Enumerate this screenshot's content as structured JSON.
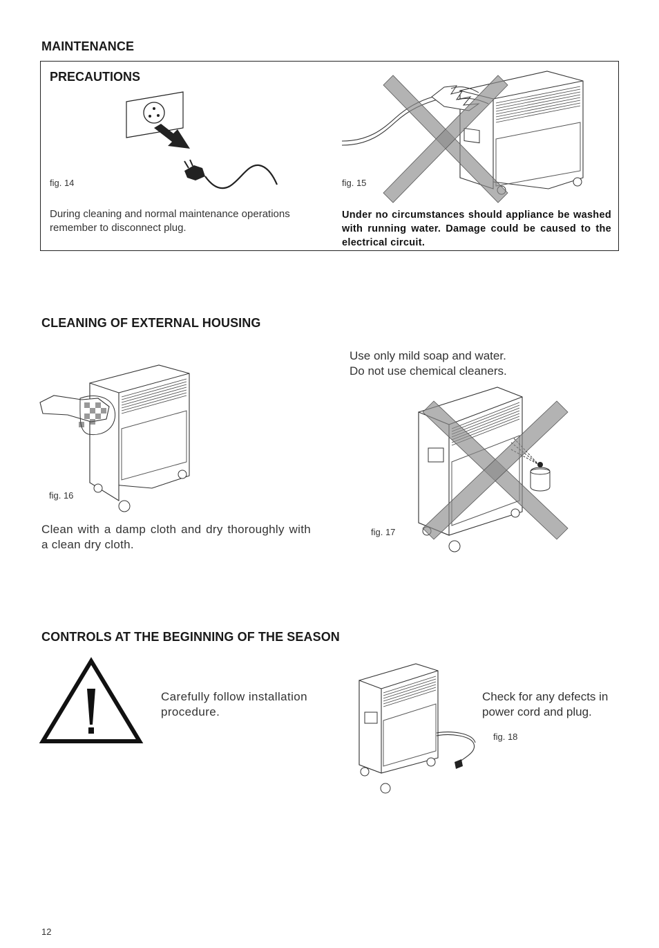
{
  "page": {
    "section_maintenance": "MAINTENANCE",
    "precautions": {
      "title": "PRECAUTIONS",
      "fig14_label": "fig. 14",
      "fig15_label": "fig.  15",
      "text_left": "During cleaning and normal maintenance operations remember to disconnect plug.",
      "text_right": "Under no circumstances should appliance be washed with running water. Damage could be caused to the electrical circuit."
    },
    "section_cleaning": "CLEANING OF EXTERNAL HOUSING",
    "cleaning": {
      "fig16_label": "fig. 16",
      "fig17_label": "fig. 17",
      "text_soap_line1": "Use only mild soap and water.",
      "text_soap_line2": "Do not use chemical cleaners.",
      "text_damp": "Clean with a damp cloth and dry thoroughly with a clean dry cloth."
    },
    "section_controls": "CONTROLS AT THE BEGINNING OF THE SEASON",
    "controls": {
      "text_install": "Carefully follow installation procedure.",
      "text_check": "Check for any defects in power cord and plug.",
      "fig18_label": "fig.  18"
    },
    "page_number": "12"
  },
  "colors": {
    "ink": "#1a1a1a",
    "cross": "#8a8a8a"
  },
  "icons": [
    "wall-socket-icon",
    "arrow-icon",
    "plug-icon",
    "appliance-icon",
    "water-spray-icon",
    "cross-icon",
    "hand-icon",
    "spray-can-icon",
    "warning-triangle-icon"
  ]
}
